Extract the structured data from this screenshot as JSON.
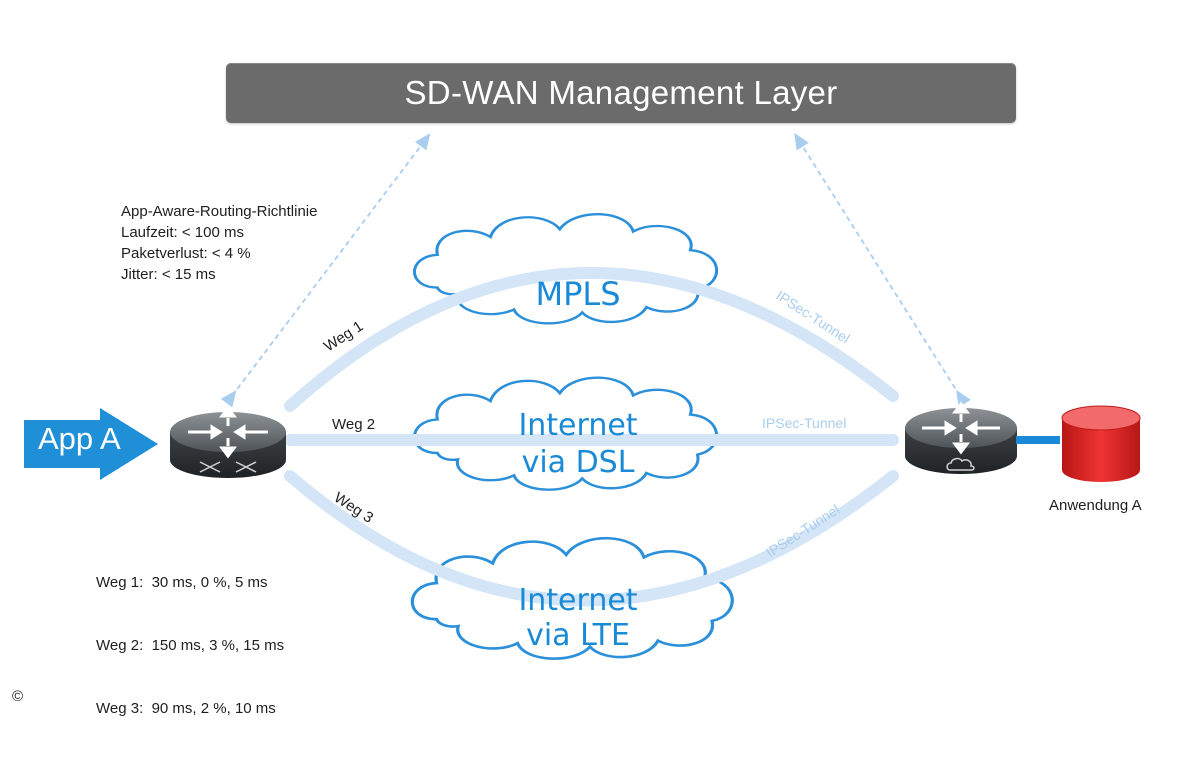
{
  "management": {
    "title": "SD-WAN Management Layer"
  },
  "policy": {
    "title": "App-Aware-Routing-Richtlinie",
    "lines": [
      "Laufzeit: < 100 ms",
      "Paketverlust: < 4 %",
      "Jitter: < 15 ms"
    ]
  },
  "app": {
    "label": "App A"
  },
  "paths": [
    {
      "label": "Weg 1",
      "tunnel": "IPSec-Tunnel",
      "stats": "Weg 1:  30 ms, 0 %, 5 ms"
    },
    {
      "label": "Weg 2",
      "tunnel": "IPSec-Tunnel",
      "stats": "Weg 2:  150 ms, 3 %, 15 ms"
    },
    {
      "label": "Weg 3",
      "tunnel": "IPSec-Tunnel",
      "stats": "Weg 3:  90 ms, 2 %, 10 ms"
    }
  ],
  "clouds": {
    "mpls": {
      "line1": "MPLS"
    },
    "dsl": {
      "line1": "Internet",
      "line2": "via DSL"
    },
    "lte": {
      "line1": "Internet",
      "line2": "via LTE"
    }
  },
  "application": {
    "label": "Anwendung A"
  },
  "copyright": "©",
  "colors": {
    "path": "#d3e5f7",
    "cloud_stroke": "#2b90d9",
    "cloud_text": "#1a8ad6",
    "app_arrow": "#1f8fd8",
    "database": "#e02424",
    "mgmt_bar": "#6b6b6b",
    "dashed": "#a9cdee"
  },
  "icons": {
    "router_left": "router-icon",
    "router_right": "router-cloud-icon",
    "database": "database-icon"
  }
}
